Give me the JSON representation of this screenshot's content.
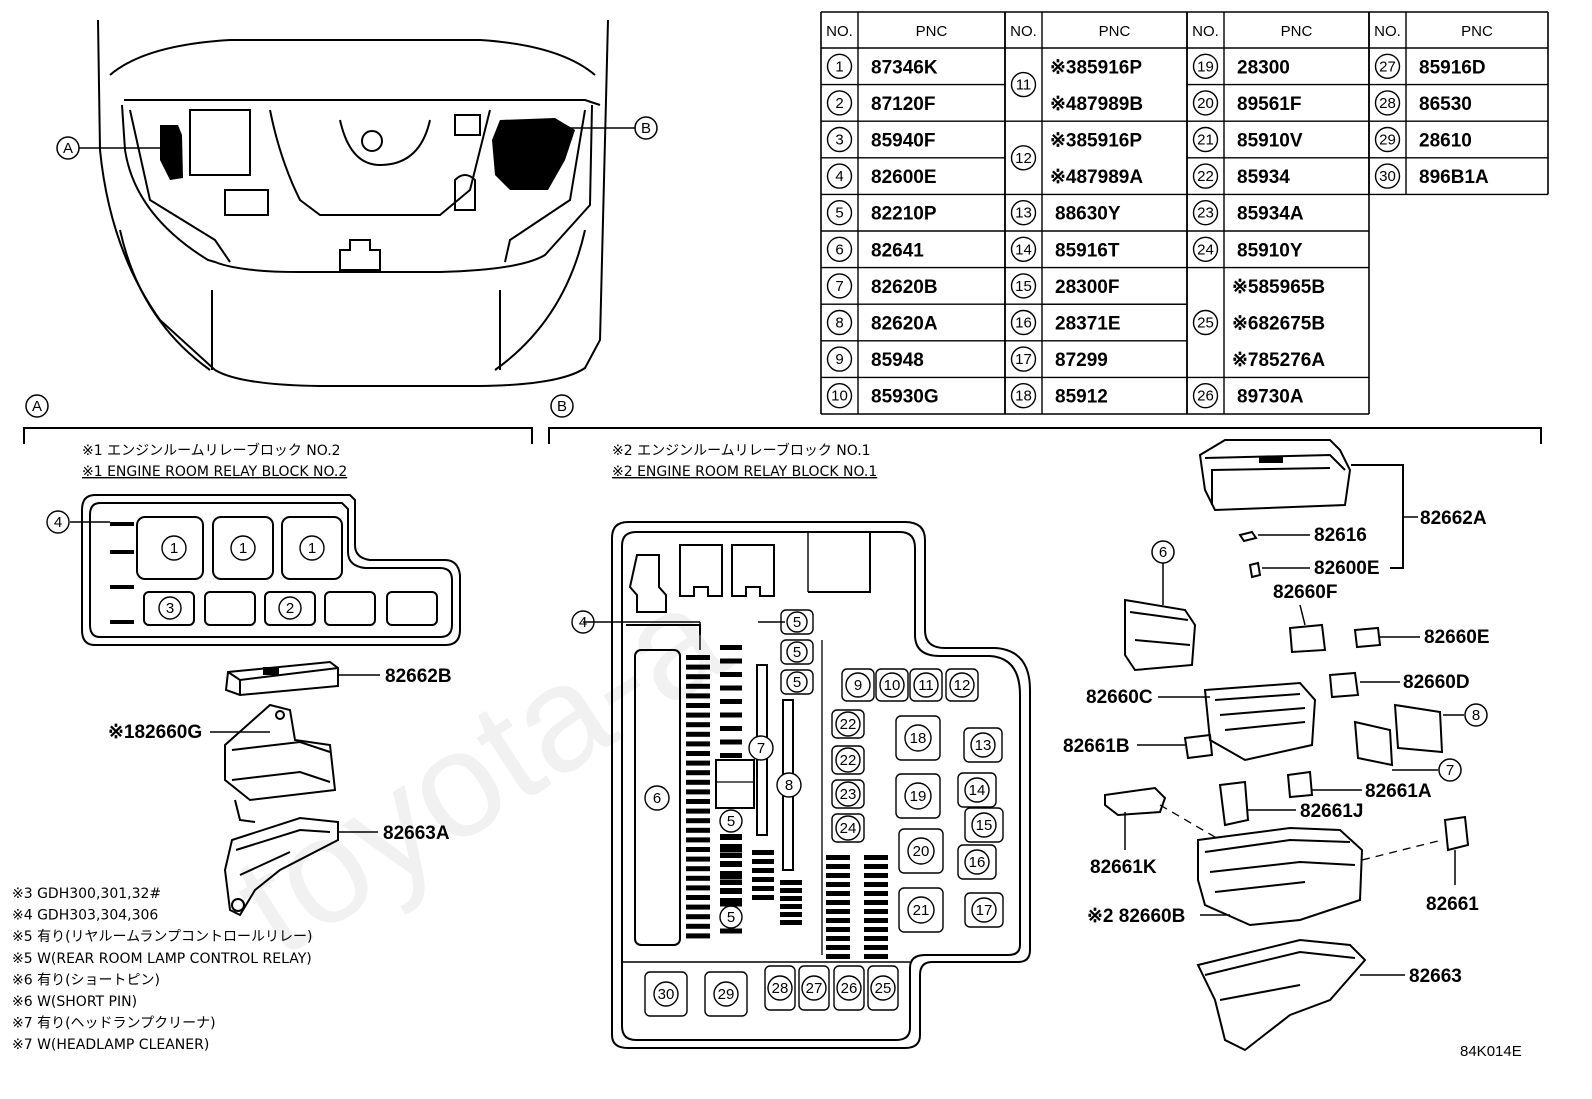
{
  "table": {
    "header_no": "NO.",
    "header_pnc": "PNC",
    "rows": [
      {
        "no": "1",
        "pnc": "87346K"
      },
      {
        "no": "2",
        "pnc": "87120F"
      },
      {
        "no": "3",
        "pnc": "85940F"
      },
      {
        "no": "4",
        "pnc": "82600E"
      },
      {
        "no": "5",
        "pnc": "82210P"
      },
      {
        "no": "6",
        "pnc": "82641"
      },
      {
        "no": "7",
        "pnc": "82620B"
      },
      {
        "no": "8",
        "pnc": "82620A"
      },
      {
        "no": "9",
        "pnc": "85948"
      },
      {
        "no": "10",
        "pnc": "85930G"
      },
      {
        "no": "11",
        "pnc_a": "※385916P",
        "pnc_b": "※487989B"
      },
      {
        "no": "12",
        "pnc_a": "※385916P",
        "pnc_b": "※487989A"
      },
      {
        "no": "13",
        "pnc": "88630Y"
      },
      {
        "no": "14",
        "pnc": "85916T"
      },
      {
        "no": "15",
        "pnc": "28300F"
      },
      {
        "no": "16",
        "pnc": "28371E"
      },
      {
        "no": "17",
        "pnc": "87299"
      },
      {
        "no": "18",
        "pnc": "85912"
      },
      {
        "no": "19",
        "pnc": "28300"
      },
      {
        "no": "20",
        "pnc": "89561F"
      },
      {
        "no": "21",
        "pnc": "85910V"
      },
      {
        "no": "22",
        "pnc": "85934"
      },
      {
        "no": "23",
        "pnc": "85934A"
      },
      {
        "no": "24",
        "pnc": "85910Y"
      },
      {
        "no": "25",
        "pnc_a": "※585965B",
        "pnc_b": "※682675B",
        "pnc_c": "※785276A"
      },
      {
        "no": "26",
        "pnc": "89730A"
      },
      {
        "no": "27",
        "pnc": "85916D"
      },
      {
        "no": "28",
        "pnc": "86530"
      },
      {
        "no": "29",
        "pnc": "28610"
      },
      {
        "no": "30",
        "pnc": "896B1A"
      }
    ]
  },
  "view_labels": {
    "a": "A",
    "b": "B"
  },
  "section_a": {
    "title_jp": "※1 エンジンルームリレーブロック NO.2",
    "title_en": "※1 ENGINE ROOM RELAY BLOCK NO.2",
    "callouts": [
      "82662B",
      "※182660G",
      "82663A"
    ]
  },
  "section_b": {
    "title_jp": "※2 エンジンルームリレーブロック NO.1",
    "title_en": "※2 ENGINE ROOM RELAY BLOCK NO.1",
    "callouts": {
      "c82662A": "82662A",
      "c82616": "82616",
      "c82600E": "82600E",
      "c82660F": "82660F",
      "c82660E": "82660E",
      "c82660D": "82660D",
      "c82660C": "82660C",
      "c82661B": "82661B",
      "c82661A": "82661A",
      "c82661J": "82661J",
      "c82661K": "82661K",
      "c82661": "82661",
      "c82660B": "※2 82660B",
      "c82663": "82663"
    }
  },
  "notes": [
    "※3 GDH300,301,32#",
    "※4 GDH303,304,306",
    "※5 有り(リヤルームランプコントロールリレー)",
    "※5 W(REAR ROOM LAMP CONTROL RELAY)",
    "※6 有り(ショートピン)",
    "※6 W(SHORT PIN)",
    "※7 有り(ヘッドランプクリーナ)",
    "※7 W(HEADLAMP CLEANER)"
  ],
  "figure_code": "84K014E",
  "watermark": "toyota-a"
}
